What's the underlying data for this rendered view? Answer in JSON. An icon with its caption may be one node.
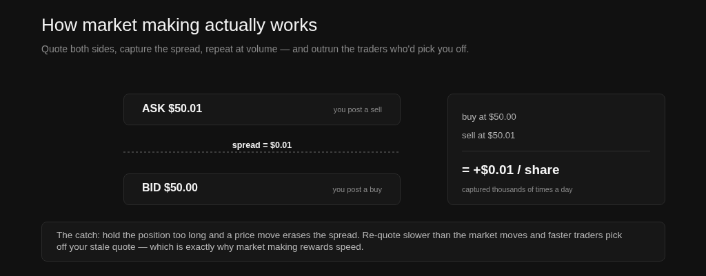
{
  "diagram": {
    "title": "How market making actually works",
    "nodes": [
      {
        "text": [
          "ASK $50.01",
          "you post a sell"
        ]
      },
      {
        "text": [
          "BID $50.00",
          "you post a buy"
        ]
      },
      {
        "text": [
          "buy at $50.00",
          "sell at $50.01",
          "= +$0.01 / share",
          "captured thousands of times a day"
        ]
      },
      {
        "text": [
          "The catch: hold the position too long and a price move erases the spread. Re-quote slower than the market moves and faster traders pick off your stale quote — which is exactly why market making rewards speed."
        ]
      }
    ],
    "edges": [],
    "labels": [
      "Quote both sides, capture the spread, repeat at volume — and outrun the traders who'd pick you off.",
      "spread = $0.01"
    ]
  }
}
